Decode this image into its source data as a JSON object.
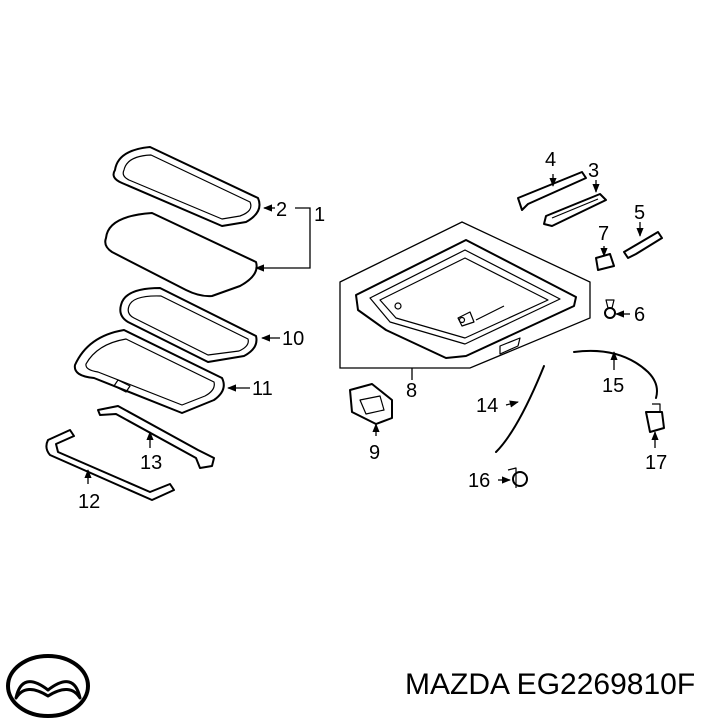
{
  "callouts": {
    "c1": "1",
    "c2": "2",
    "c3": "3",
    "c4": "4",
    "c5": "5",
    "c6": "6",
    "c7": "7",
    "c8": "8",
    "c9": "9",
    "c10": "10",
    "c11": "11",
    "c12": "12",
    "c13": "13",
    "c14": "14",
    "c15": "15",
    "c16": "16",
    "c17": "17"
  },
  "footer": {
    "part_label": "MAZDA EG2269810F",
    "logo_icon": "mazda-logo-icon"
  },
  "colors": {
    "line": "#000000",
    "background": "#ffffff",
    "shade": "#e9e9e9"
  }
}
